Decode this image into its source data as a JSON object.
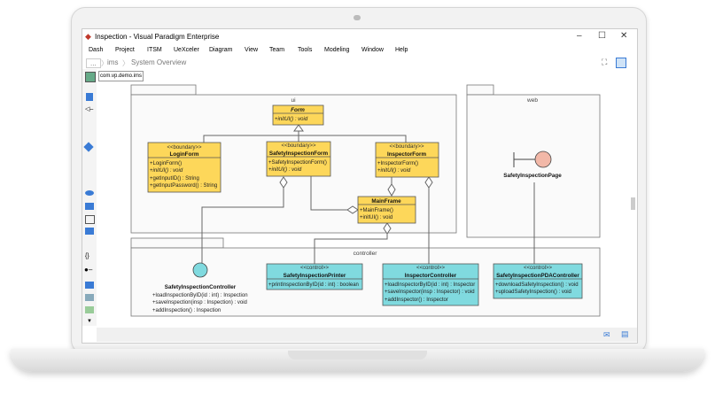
{
  "window": {
    "title": "Inspection - Visual Paradigm Enterprise",
    "minimize": "–",
    "maximize": "☐",
    "close": "✕"
  },
  "menu": [
    "Dash",
    "Project",
    "ITSM",
    "UeXceler",
    "Diagram",
    "View",
    "Team",
    "Tools",
    "Modeling",
    "Window",
    "Help"
  ],
  "breadcrumb": {
    "more": "...",
    "items": [
      "ims",
      "System Overview"
    ]
  },
  "package_field": "com.vp.demo.ims",
  "colors": {
    "boundary": "#fdd75a",
    "control": "#80dadf",
    "package_border": "#666666"
  },
  "diagram": {
    "packages": {
      "ui": "ui",
      "web": "web",
      "controller": "controller"
    },
    "classes": {
      "form": {
        "name": "Form",
        "ops": [
          "+initUI() : void"
        ]
      },
      "login_form": {
        "stereotype": "<<boundary>>",
        "name": "LoginForm",
        "ops": [
          "+LoginForm()",
          "+initUI() : void",
          "+getInputID() : String",
          "+getInputPassword() : String"
        ]
      },
      "safety_inspection_form": {
        "stereotype": "<<boundary>>",
        "name": "SafetyInspectionForm",
        "ops": [
          "+SafetyInspectionForm()",
          "+initUI() : void"
        ]
      },
      "inspector_form": {
        "stereotype": "<<boundary>>",
        "name": "InspectorForm",
        "ops": [
          "+InspectorForm()",
          "+initUI() : void"
        ]
      },
      "main_frame": {
        "name": "MainFrame",
        "ops": [
          "+MainFrame()",
          "+initUI() : void"
        ]
      },
      "safety_inspection_controller": {
        "name": "SafetyInspectionController",
        "ops": [
          "+loadInspectionByID(id : int) : Inspection",
          "+saveInspection(insp : Inspection) : void",
          "+addInspection() : Inspection"
        ]
      },
      "printer": {
        "stereotype": "<<control>>",
        "name": "SafetyInspectionPrinter",
        "ops": [
          "+printInspectionByID(id : int) : boolean"
        ]
      },
      "inspector_controller": {
        "stereotype": "<<control>>",
        "name": "InspectorController",
        "ops": [
          "+loadInspectorByID(id : int) : Inspector",
          "+saveInspector(insp : Inspector) : void",
          "+addInspector() : Inspector"
        ]
      },
      "pda_controller": {
        "stereotype": "<<control>>",
        "name": "SafetyInspectionPDAController",
        "ops": [
          "+downloadSafetyInspection() : void",
          "+uploadSafetyInspection() : void"
        ]
      },
      "page": {
        "name": "SafetyInspectionPage"
      }
    }
  }
}
